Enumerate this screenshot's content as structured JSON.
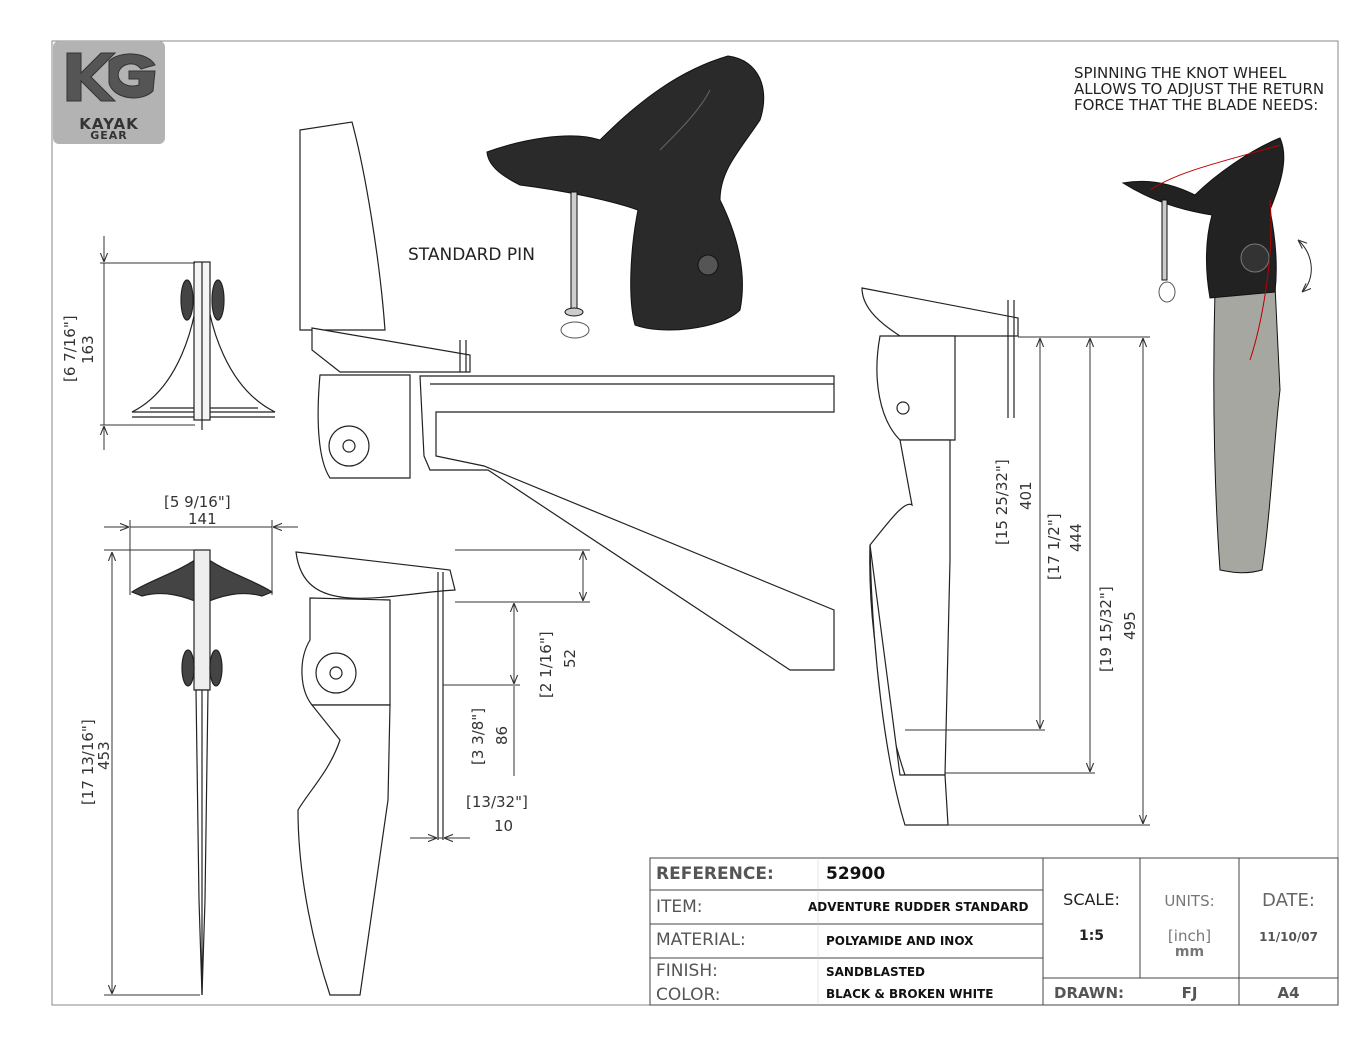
{
  "logo": {
    "brand": "KAYAK",
    "sub": "GEAR"
  },
  "annotations": {
    "standard_pin": "STANDARD PIN",
    "knot_wheel_lines": [
      "SPINNING THE KNOT WHEEL",
      "ALLOWS TO ADJUST THE RETURN",
      "FORCE THAT THE BLADE NEEDS:"
    ]
  },
  "dimensions": {
    "top_height": {
      "inch": "[6 7/16\"]",
      "mm": "163"
    },
    "width": {
      "inch": "[5 9/16\"]",
      "mm": "141"
    },
    "total_height": {
      "inch": "[17 13/16\"]",
      "mm": "453"
    },
    "pin_upper": {
      "inch": "[2 1/16\"]",
      "mm": "52"
    },
    "pin_lower": {
      "inch": "[3 3/8\"]",
      "mm": "86"
    },
    "pin_diameter": {
      "inch": "[13/32\"]",
      "mm": "10"
    },
    "blade_401": {
      "inch": "[15 25/32\"]",
      "mm": "401"
    },
    "blade_444": {
      "inch": "[17 1/2\"]",
      "mm": "444"
    },
    "blade_495": {
      "inch": "[19 15/32\"]",
      "mm": "495"
    }
  },
  "title_block": {
    "reference_label": "REFERENCE:",
    "reference": "52900",
    "item_label": "ITEM:",
    "item": "ADVENTURE RUDDER STANDARD",
    "material_label": "MATERIAL:",
    "material": "POLYAMIDE AND INOX",
    "finish_label": "FINISH:",
    "finish": "SANDBLASTED",
    "color_label": "COLOR:",
    "color": "BLACK & BROKEN WHITE",
    "scale_label": "SCALE:",
    "scale": "1:5",
    "units_label": "UNITS:",
    "units_inch": "[inch]",
    "units_mm": "mm",
    "date_label": "DATE:",
    "date": "11/10/07",
    "drawn_label": "DRAWN:",
    "drawn": "FJ",
    "sheet_size": "A4"
  }
}
